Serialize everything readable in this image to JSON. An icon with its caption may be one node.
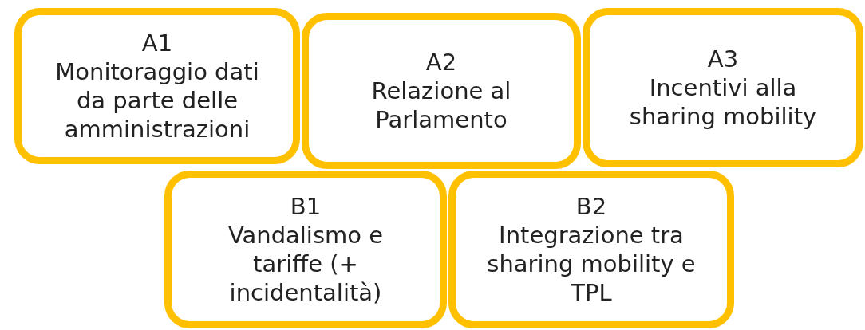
{
  "diagram": {
    "nodes": [
      {
        "text": [
          "A1",
          "Monitoraggio dati da parte delle amministrazioni"
        ]
      },
      {
        "text": [
          "A2",
          "Relazione al Parlamento"
        ]
      },
      {
        "text": [
          "A3",
          "Incentivi alla sharing mobility"
        ]
      },
      {
        "text": [
          "B1",
          "Vandalismo e tariffe (+ incidentalità)"
        ]
      },
      {
        "text": [
          "B2",
          "Integrazione tra sharing mobility e TPL"
        ]
      }
    ]
  }
}
